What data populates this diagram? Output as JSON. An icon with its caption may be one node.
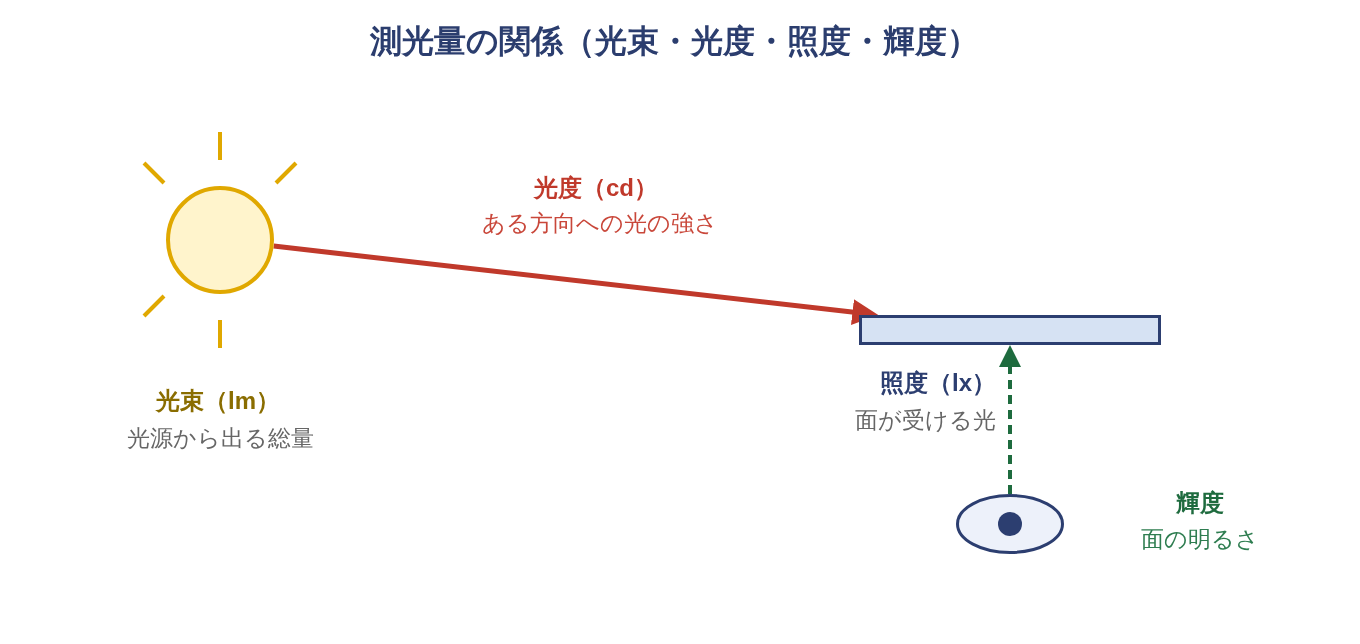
{
  "diagram": {
    "title": "測光量の関係（光束・光度・照度・輝度）",
    "nodes": [
      {
        "text": [],
        "shape": "circle",
        "beside": [
          "光束（lm）",
          "光源から出る総量"
        ]
      },
      {
        "text": [],
        "shape": "bar",
        "beside": [
          "照度（lx）",
          "面が受ける光"
        ]
      },
      {
        "text": [],
        "shape": "eye",
        "beside": [
          "輝度",
          "面の明るさ"
        ]
      }
    ],
    "edges": [
      {
        "from": 0,
        "to": 1,
        "arrow": "to",
        "label": "光度（cd）",
        "color": "#c0392b"
      },
      {
        "from": 2,
        "to": 1,
        "arrow": "to",
        "style": "dashed",
        "color": "#1e6b3e"
      }
    ],
    "labels": [
      "ある方向への光の強さ"
    ]
  }
}
